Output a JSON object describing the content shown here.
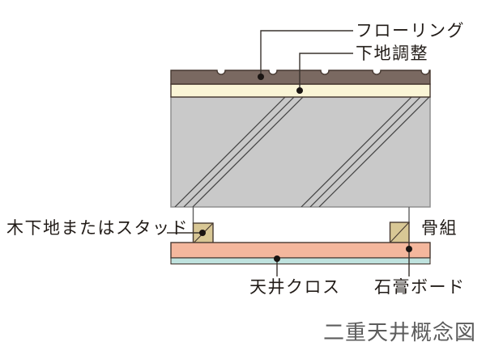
{
  "caption": "二重天井概念図",
  "labels": {
    "flooring": "フローリング",
    "base_adjust": "下地調整",
    "wood_base_or_stud": "木下地またはスタッド",
    "frame": "骨組",
    "ceiling_cloth": "天井クロス",
    "gypsum_board": "石膏ボード"
  },
  "colors": {
    "flooring_layer": "#7a6961",
    "base_adjust_layer": "#faf5d6",
    "slab": "#c9c9c9",
    "slab_edge": "#8f8f8f",
    "hatch": "#424242",
    "stud_block": "#d8c795",
    "gypsum_layer": "#f4b79d",
    "cloth_layer": "#bfe2de",
    "outline": "#463931",
    "hanger": "#5f5f5f",
    "leader_line": "#39322d",
    "dot": "#1a1512",
    "label_text": "#221c18",
    "caption_text": "#5c5c5c"
  }
}
